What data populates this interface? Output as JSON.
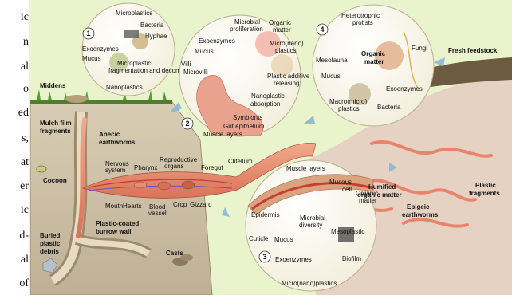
{
  "body_text_fragments": [
    "ic",
    "n",
    "al",
    "o",
    "ed",
    "s,",
    "at",
    "er",
    "ic",
    "d-",
    "al",
    "of"
  ],
  "labels": {
    "middens": "Middens",
    "mulch_film_1": "Mulch film",
    "mulch_film_2": "fragments",
    "anecic_1": "Anecic",
    "anecic_2": "earthworms",
    "cocoon": "Cocoon",
    "buried_1": "Buried",
    "buried_2": "plastic",
    "buried_3": "debris",
    "casts": "Casts",
    "plastic_coated_1": "Plastic-coated",
    "plastic_coated_2": "burrow wall",
    "nervous_1": "Nervous",
    "nervous_2": "system",
    "pharynx": "Pharynx",
    "reproductive_1": "Reproductive",
    "reproductive_2": "organs",
    "foregut": "Foregut",
    "clitellum": "Clitellum",
    "mouth": "Mouth",
    "hearts": "Hearts",
    "blood_1": "Blood",
    "blood_2": "vessel",
    "crop": "Crop",
    "gizzard": "Gizzard",
    "fresh_feedstock": "Fresh feedstock",
    "humified_1": "Humified",
    "humified_2": "organic matter",
    "epigeic_1": "Epigeic",
    "epigeic_2": "earthworms",
    "plastic_frag_1": "Plastic",
    "plastic_frag_2": "fragments"
  },
  "circle1": {
    "number": "1",
    "microplastics": "Microplastics",
    "bacteria": "Bacteria",
    "hyphae": "Hyphae",
    "exoenzymes": "Exoenzymes",
    "mucus": "Mucus",
    "frag_1": "Microplastic",
    "frag_2": "fragmentation and decomposition",
    "nanoplastics": "Nanoplastics"
  },
  "circle2": {
    "number": "2",
    "microbial_1": "Microbial",
    "microbial_2": "proliferation",
    "organic_1": "Organic",
    "organic_2": "matter",
    "exoenzymes": "Exoenzymes",
    "micro_nano_1": "Micro(nano)",
    "micro_nano_2": "plastics",
    "mucus": "Mucus",
    "villi": "Villi",
    "microvilli": "Microvilli",
    "additive_1": "Plastic additive",
    "additive_2": "releasing",
    "nano_abs_1": "Nanoplastic",
    "nano_abs_2": "absorption",
    "symbionts": "Symbionts",
    "gut": "Gut epithelium",
    "muscle": "Muscle layers"
  },
  "circle3": {
    "number": "3",
    "muscle": "Muscle layers",
    "mucous_1": "Mucous",
    "mucous_2": "cell",
    "organic_1": "Organic",
    "organic_2": "matter",
    "epidermis": "Epidermis",
    "microbial_1": "Microbial",
    "microbial_2": "diversity",
    "cuticle": "Cuticle",
    "mucus": "Mucus",
    "mesoplastic": "Mesoplastic",
    "exoenzymes": "Exoenzymes",
    "biofilm": "Biofilm",
    "micro_nano": "Micro(nano)plastics"
  },
  "circle4": {
    "number": "4",
    "hetero_1": "Heterotrophic",
    "hetero_2": "protists",
    "mesofauna": "Mesofauna",
    "organic_1": "Organic",
    "organic_2": "matter",
    "fungi": "Fungi",
    "mucus": "Mucus",
    "exoenzymes": "Exoenzymes",
    "macro_1": "Macro(micro)",
    "macro_2": "plastics",
    "bacteria": "Bacteria"
  }
}
